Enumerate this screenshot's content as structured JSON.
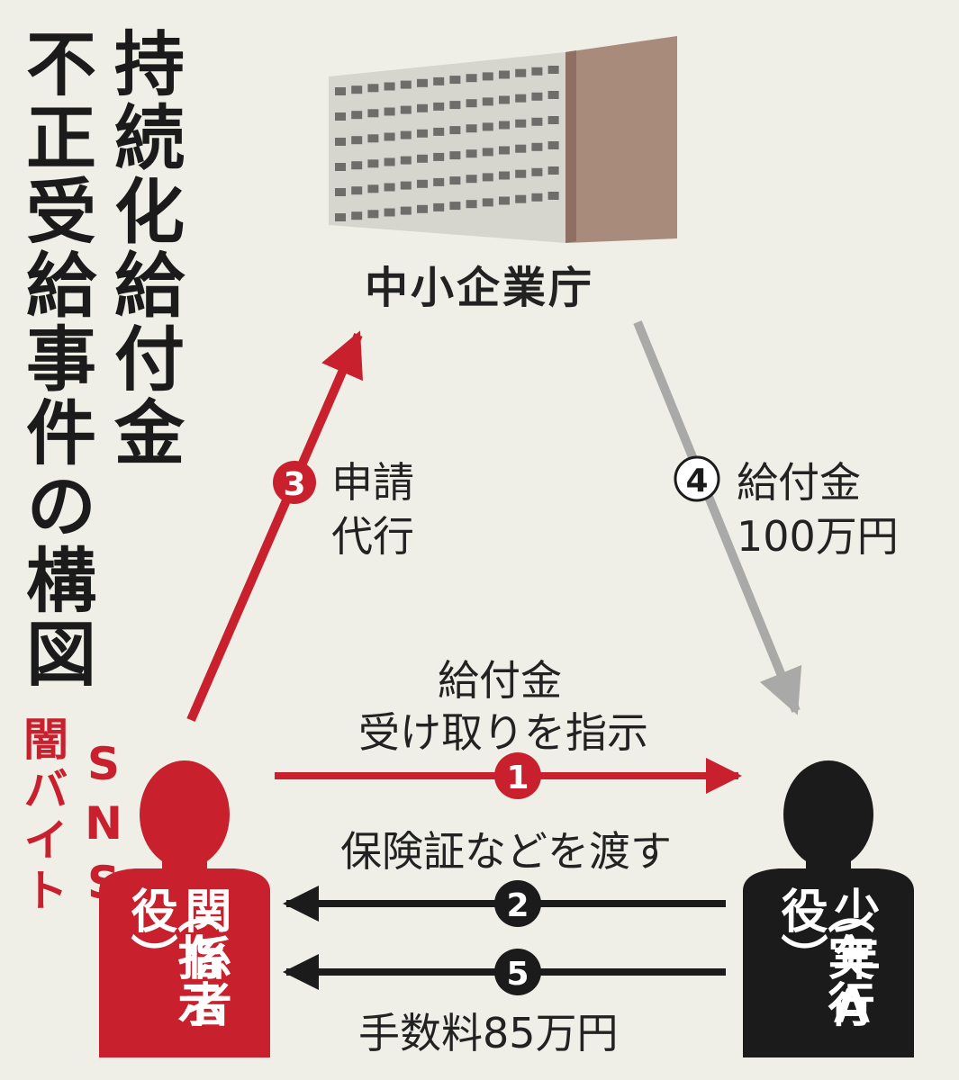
{
  "title": {
    "line1": "持続化給付金",
    "line2": "不正受給事件の構図"
  },
  "agency": {
    "label": "中小企業庁"
  },
  "sns_tag": {
    "line1": "SNS",
    "line2": "闇バイト"
  },
  "steps": {
    "s1": {
      "number": "1",
      "label_line1": "給付金",
      "label_line2": "受け取りを指示"
    },
    "s2": {
      "number": "2",
      "label": "保険証などを渡す"
    },
    "s3": {
      "number": "3",
      "label_line1": "申請",
      "label_line2": "代行"
    },
    "s4": {
      "number": "4",
      "label_line1": "給付金",
      "label_line2": "100万円"
    },
    "s5": {
      "number": "5",
      "label": "手数料85万円"
    }
  },
  "persons": {
    "instructor": {
      "line1": "関係者",
      "line2": "（指示役）"
    },
    "boy": {
      "line1": "少年A",
      "line2": "（実行役）"
    }
  },
  "colors": {
    "red": "#c8202d",
    "black": "#1b1b1b",
    "gray": "#a9a9a7",
    "background": "#efefe8",
    "building_front": "#d6d6cf",
    "building_side": "#a98b7c"
  }
}
